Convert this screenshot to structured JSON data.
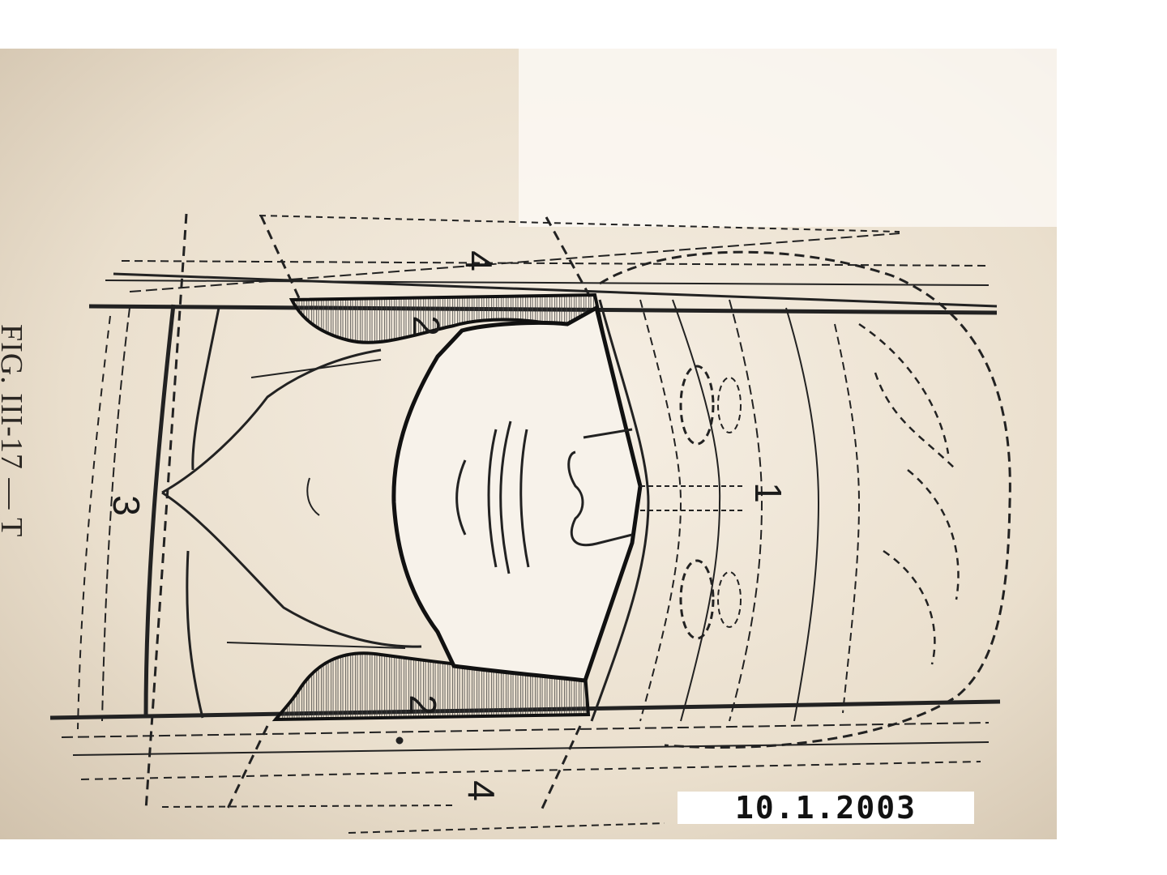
{
  "figure": {
    "caption": "FIG. III-17 — T",
    "zone_labels": {
      "zone_1": "1",
      "zone_2_top": "2",
      "zone_2_bottom": "2",
      "zone_3": "3",
      "zone_4_top": "4",
      "zone_4_bottom": "4"
    }
  },
  "stamp": {
    "date": "10.1.2003"
  },
  "colors": {
    "paper": "#e8dccb",
    "ink": "#1a1a1a",
    "background": "#ffffff"
  }
}
